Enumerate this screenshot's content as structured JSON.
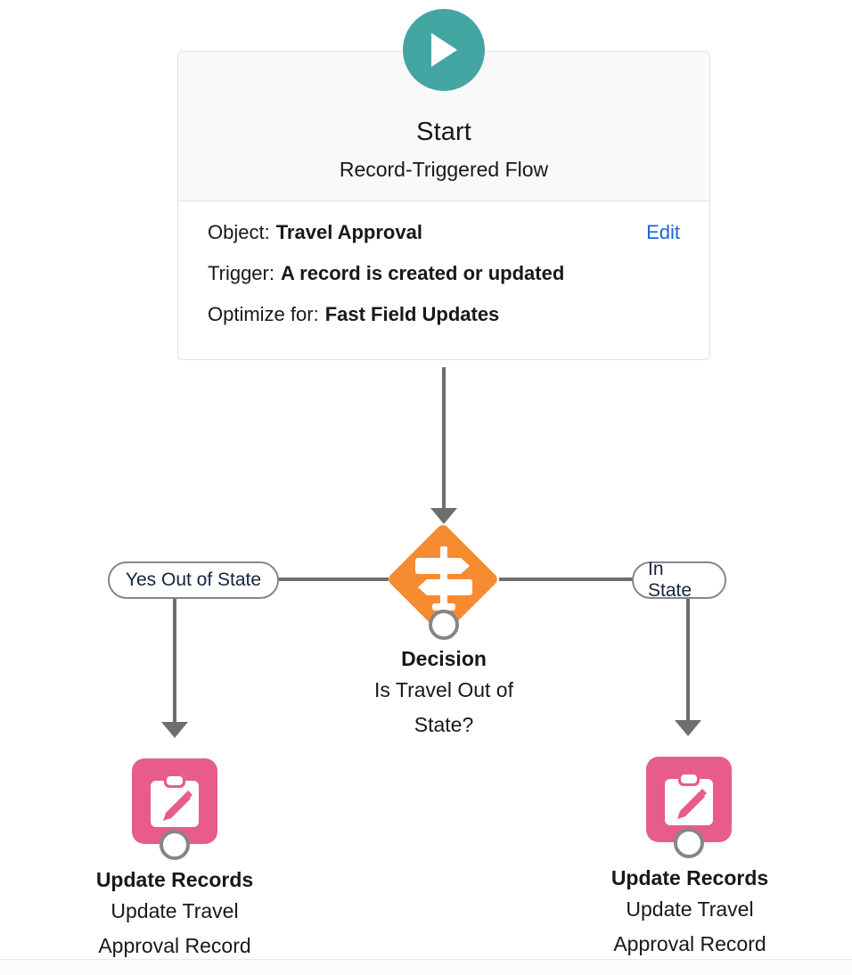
{
  "flow": {
    "start": {
      "icon": "play-icon",
      "title": "Start",
      "subtitle": "Record-Triggered Flow",
      "edit_label": "Edit",
      "details": [
        {
          "label": "Object:",
          "value": "Travel Approval"
        },
        {
          "label": "Trigger:",
          "value": "A record is created or updated"
        },
        {
          "label": "Optimize for:",
          "value": "Fast Field Updates"
        }
      ]
    },
    "decision": {
      "icon": "signpost-decision-icon",
      "title": "Decision",
      "description_line1": "Is Travel Out of",
      "description_line2": "State?",
      "branches": [
        {
          "id": "left",
          "label": "Yes Out of State"
        },
        {
          "id": "right",
          "label": "In State"
        }
      ]
    },
    "nodes": [
      {
        "id": "update-records-left",
        "icon": "clipboard-pencil-icon",
        "title": "Update Records",
        "desc_line1": "Update Travel",
        "desc_line2": "Approval Record"
      },
      {
        "id": "update-records-right",
        "icon": "clipboard-pencil-icon",
        "title": "Update Records",
        "desc_line1": "Update Travel",
        "desc_line2": "Approval Record"
      }
    ]
  },
  "colors": {
    "start_accent": "#44a6a3",
    "decision_accent": "#f78b32",
    "update_records_accent": "#e75c8c",
    "connector": "#706e6b",
    "link": "#1b67d0",
    "pill_text": "#14243e"
  }
}
